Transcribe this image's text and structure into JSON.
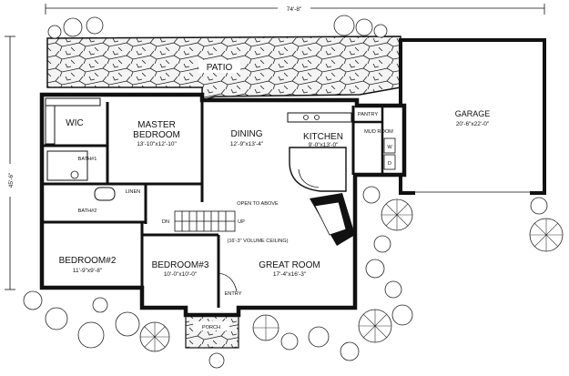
{
  "dimensions": {
    "width": "74'-8\"",
    "depth": "45'-6\""
  },
  "rooms": {
    "patio": "PATIO",
    "garage": {
      "name": "GARAGE",
      "size": "20'-6\"x22'-0\""
    },
    "wic": "WIC",
    "master": {
      "name1": "MASTER",
      "name2": "BEDROOM",
      "size": "13'-10\"x12'-10\""
    },
    "dining": {
      "name": "DINING",
      "size": "12'-9\"x13'-4\""
    },
    "kitchen": {
      "name": "KITCHEN",
      "size": "9'-0\"x13'-0\""
    },
    "pantry": "PANTRY",
    "mudroom": "MUD ROOM",
    "washer": "W",
    "dryer": "D",
    "bath1": "BATH#1",
    "bath2": "BATH#2",
    "linen": "LINEN",
    "open_above": "OPEN TO ABOVE",
    "volume": "(16'-3\" VOLUME CEILING)",
    "dn": "DN",
    "up": "UP",
    "bedroom2": {
      "name": "BEDROOM#2",
      "size": "11'-9\"x9'-8\""
    },
    "bedroom3": {
      "name": "BEDROOM#3",
      "size": "10'-0\"x10'-0\""
    },
    "great": {
      "name": "GREAT ROOM",
      "size": "17'-4\"x16'-3\""
    },
    "entry": "ENTRY",
    "porch": "PORCH"
  }
}
